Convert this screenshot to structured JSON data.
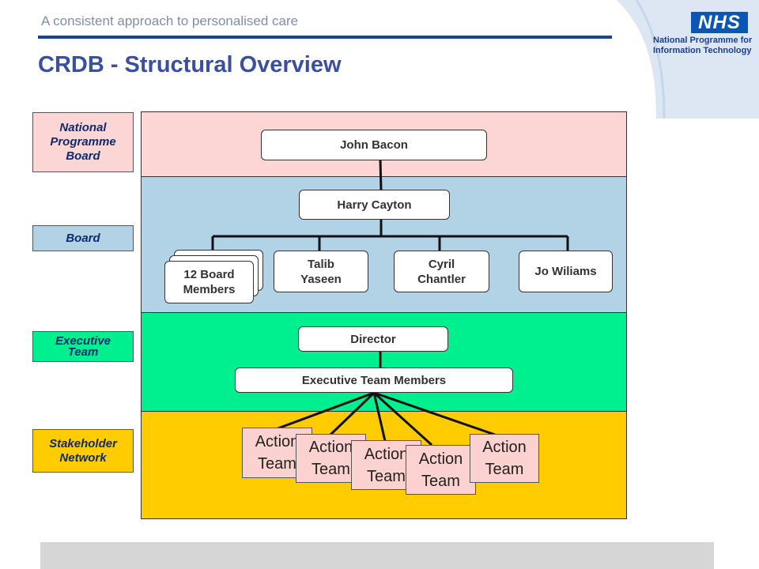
{
  "header": {
    "tagline": "A consistent approach to personalised care",
    "title": "CRDB - Structural Overview",
    "logo_text": "NHS",
    "logo_subtitle": "National Programme for Information Technology"
  },
  "levels": {
    "national": "National Programme Board",
    "board": "Board",
    "executive": "Executive Team",
    "stakeholder": "Stakeholder Network"
  },
  "nodes": {
    "john_bacon": "John Bacon",
    "harry_cayton": "Harry Cayton",
    "board_members": "12 Board Members",
    "talib_yaseen": "Talib Yaseen",
    "cyril_chantler": "Cyril Chantler",
    "jo_wiliams": "Jo Wiliams",
    "director": "Director",
    "exec_members": "Executive Team Members"
  },
  "action_teams": [
    "Action Team",
    "Action Team",
    "Action Team",
    "Action Team",
    "Action Team"
  ],
  "colors": {
    "national_band": "#fcd5d5",
    "board_band": "#b2d3e6",
    "executive_band": "#00f090",
    "stakeholder_band": "#ffcc00",
    "action_team": "#fbd2cf",
    "title": "#3b4fa0",
    "nhs_blue": "#0b56b4"
  }
}
